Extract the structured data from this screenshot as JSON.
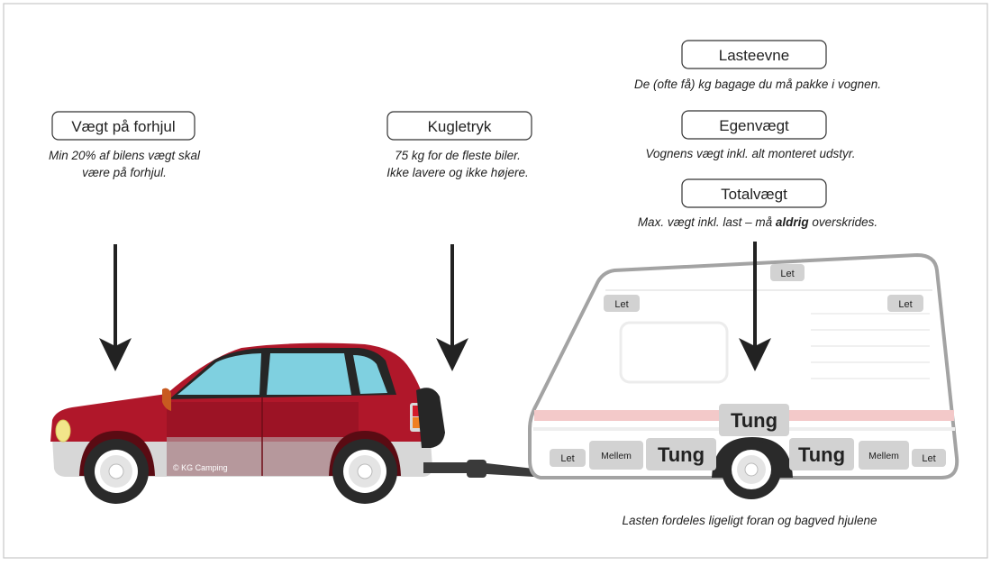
{
  "labels": {
    "forhjul": {
      "title": "Vægt på forhjul",
      "line1": "Min 20% af bilens vægt skal",
      "line2": "være på forhjul."
    },
    "kugletryk": {
      "title": "Kugletryk",
      "line1": "75 kg for de fleste biler.",
      "line2": "Ikke lavere og ikke højere."
    },
    "lasteevne": {
      "title": "Lasteevne",
      "desc": "De (ofte få) kg bagage du må pakke i vognen."
    },
    "egenvaegt": {
      "title": "Egenvægt",
      "desc": "Vognens vægt inkl. alt monteret udstyr."
    },
    "totalvaegt": {
      "title": "Totalvægt",
      "desc_pre": "Max. vægt inkl. last – må ",
      "desc_bold": "aldrig",
      "desc_post": " overskrides."
    }
  },
  "caravan_zones": {
    "let": "Let",
    "mellem": "Mellem",
    "tung": "Tung"
  },
  "caption": "Lasten fordeles ligeligt foran og bagved hjulene",
  "copyright": "© KG Camping",
  "colors": {
    "car_body": "#b0172a",
    "car_window": "#7fd0e0",
    "car_lower": "#d7d7d7",
    "caravan_outline": "#a3a3a3",
    "caravan_stripe": "#f3c9c9",
    "chip_fill": "#d2d2d2",
    "arrow": "#222222"
  },
  "icons": [
    "down-arrow-icon",
    "car-illustration",
    "caravan-illustration",
    "wheel-icon"
  ]
}
